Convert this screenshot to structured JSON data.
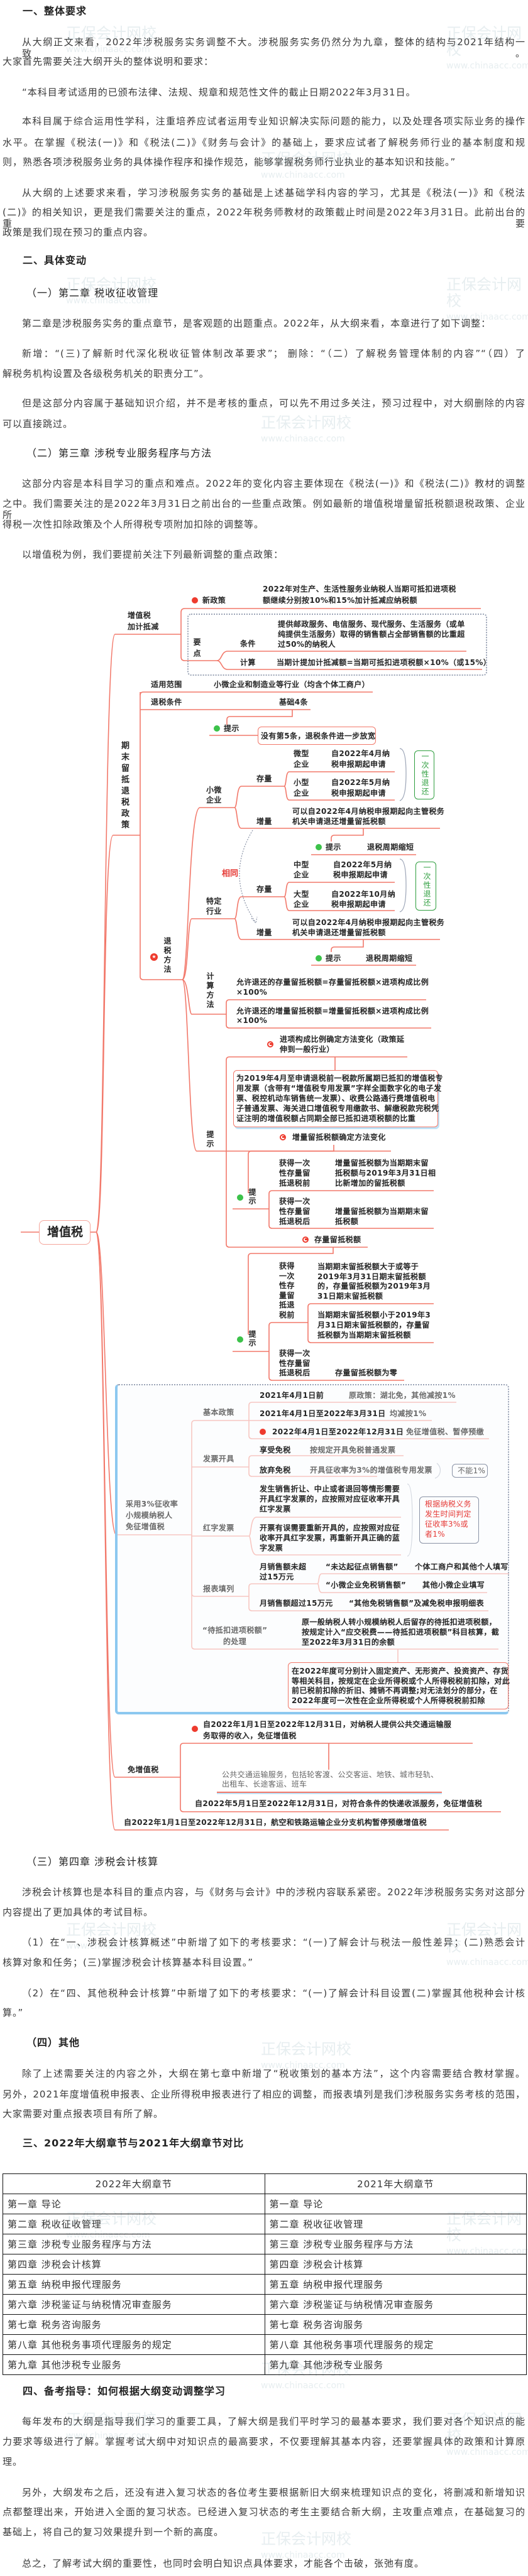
{
  "watermark": {
    "name": "正保会计网校",
    "url": "www.chinaacc.com"
  },
  "s1": {
    "heading": "一、整体要求",
    "p1": [
      "从大纲正文来看，2022年涉税服务实务调整不大。涉税服务实务仍然分为九章，整体的结构与2021年结构一致。",
      "大家首先需要关注大纲开头的整体说明和要求："
    ],
    "p2": [
      "“本科目考试适用的已颁布法律、法规、规章和规范性文件的截止日期2022年3月31日。"
    ],
    "p3": [
      "本科目属于综合运用性学科，注重培养应试者运用专业知识解决实际问题的能力，以及处理各项实际业务的操作",
      "水平。在掌握《税法(一)》和《税法(二)》《财务与会计》的基础上，要求应试者了解税务师行业的基本制度和规",
      "则，熟悉各项涉税服务业务的具体操作程序和操作规范，能够掌握税务师行业执业的基本知识和技能。”"
    ],
    "p4": [
      "从大纲的上述要求来看，学习涉税服务实务的基础是上述基础学科内容的学习，尤其是《税法(一)》和《税法",
      "(二)》的相关知识，更是我们需要关注的重点，2022年税务师教材的政策截止时间是2022年3月31日。此前出台的重要",
      "政策是我们现在预习的重点内容。"
    ]
  },
  "s2": {
    "heading": "二、具体变动",
    "sub1": {
      "heading": "（一）第二章  税收征收管理",
      "p1": [
        "第二章是涉税服务实务的重点章节，是客观题的出题重点。2022年，从大纲来看，本章进行了如下调整："
      ],
      "p2": [
        "新增：“(三)了解新时代深化税收征管体制改革要求”；  删除：“（二）了解税务管理体制的内容”“（四）了",
        "解税务机构设置及各级税务机关的职责分工”。"
      ],
      "p3": [
        "但是这部分内容属于基础知识介绍，并不是考核的重点，可以先不用过多关注，预习过程中，对大纲删除的内容",
        "可以直接跳过。"
      ]
    },
    "sub2": {
      "heading": "（二）第三章  涉税专业服务程序与方法",
      "p1": [
        "这部分内容是本科目学习的重点和难点。2022年的变化内容主要体现在《税法(一)》和《税法(二)》教材的调整",
        "之中。我们需要关注的是2022年3月31日之前出台的一些重点政策。例如最新的增值税增量留抵税额退税政策、企业所",
        "得税一次性扣除政策及个人所得税专项附加扣除的调整等。"
      ],
      "p2": [
        "以增值税为例，我们要提前关注下列最新调整的重点政策："
      ]
    },
    "sub3": {
      "heading": "（三）第四章  涉税会计核算",
      "p1": [
        "涉税会计核算也是本科目的重点内容，与《财务与会计》中的涉税内容联系紧密。2022年涉税服务实务对这部分",
        "内容提出了更加具体的考试目标。"
      ],
      "p2": [
        "（1）在“一、涉税会计核算概述”中新增了如下的考核要求：“(一)了解会计与税法一般性差异；(二)熟悉会计",
        "核算对象和任务；(三)掌握涉税会计核算基本科目设置。”"
      ],
      "p3": [
        "（2）在“四、其他税种会计核算”中新增了如下的考核要求：“(一)了解会计科目设置(二)掌握其他税种会计核",
        "算。”"
      ]
    },
    "sub4": {
      "heading": "（四）其他",
      "p1": [
        "除了上述需要关注的内容之外，大纲在第七章中新增了“税收策划的基本方法”，这个内容需要结合教材掌握。",
        "另外，2021年度增值税申报表、企业所得税申报表进行了相应的调整，而报表填列是我们涉税服务实务考核的范围，",
        "大家需要对重点报表项目有所了解。"
      ]
    }
  },
  "mm": {
    "root": "增值税",
    "a_label": [
      "增值税",
      "加计抵减"
    ],
    "a_new": "新政策",
    "a_new_text": [
      "2022年对生产、生活性服务业纳税人当期可抵扣进项税",
      "额继续分别按10%和15%加计抵减应纳税额"
    ],
    "a_key": "要点",
    "a_cond": "条件",
    "a_cond_text": [
      "提供邮政服务、电信服务、现代服务、生活服务（或单",
      "纯提供生活服务）取得的销售额占全部销售额的比重超",
      "过50%的纳税人"
    ],
    "a_calc": "计算",
    "a_calc_text": "当期计提加计抵减额=当期可抵扣进项税额×10%（或15%）",
    "b_label": "期末留抵退税政策",
    "b_scope": "适用范围",
    "b_scope_text": "小微企业和制造业等行业（均含个体工商户）",
    "b_cond": "退税条件",
    "b_cond_text": "基础4条",
    "tip": "提示",
    "b_cond_tip": "没有第5条，退税条件进一步放宽",
    "b_method": "退税方法",
    "b_small": [
      "小微",
      "企业"
    ],
    "b_stock": "存量",
    "b_incr": "增量",
    "b_micro": [
      "微型",
      "企业"
    ],
    "b_micro_text": [
      "自2022年4月纳",
      "税申报期起申请"
    ],
    "b_smallco": [
      "小型",
      "企业"
    ],
    "b_smallco_text": [
      "自2022年5月纳",
      "税申报期起申请"
    ],
    "b_once": "一次性退还",
    "b_incr_text": [
      "可以自2022年4月纳税申报期起向主管税务",
      "机关申请退还增量留抵税额"
    ],
    "b_cycle": "退税周期缩短",
    "b_same": "相同",
    "b_specific": [
      "特定",
      "行业"
    ],
    "b_mid": [
      "中型",
      "企业"
    ],
    "b_mid_text": [
      "自2022年5月纳",
      "税申报期起申请"
    ],
    "b_large": [
      "大型",
      "企业"
    ],
    "b_large_text": [
      "自2022年10月纳",
      "税申报期起申请"
    ],
    "b_calc": "计算方法",
    "b_calc1": [
      "允许退还的存量留抵税额=存量留抵税额×进项构成比例",
      "×100%"
    ],
    "b_calc2": [
      "允许退还的增量留抵税额=增量留抵税额×进项构成比例",
      "×100%"
    ],
    "b_flag1": [
      "进项构成比例确定方法变化（政策延",
      "伸到一般行业）"
    ],
    "b_flag1_box": [
      "为2019年4月至申请退税前一税款所属期已抵扣的增值税专",
      "用发票（含带有“增值税专用发票”字样全面数字化的电子发",
      "票、税控机动车销售统一发票）、收费公路通行费增值税电",
      "子普通发票、海关进口增值税专用缴款书、解缴税款完税凭",
      "证注明的增值税额占同期全部已抵扣进项税额的比重"
    ],
    "b_flag2": "增量留抵税额确定方法变化",
    "b_before": [
      "获得一次",
      "性存量留",
      "抵退税前"
    ],
    "b_f2_before_text": [
      "增量留抵税额为当期期末留",
      "抵税额与2019年3月31日相",
      "比新增加的留抵税额"
    ],
    "b_after": [
      "获得一次",
      "性存量留",
      "抵退税后"
    ],
    "b_f2_after_text": [
      "增量留抵税额为当期期末留",
      "抵税额"
    ],
    "b_flag3": "存量留抵税额",
    "b_before2": [
      "获得",
      "一次",
      "性存",
      "量留",
      "抵退",
      "税前"
    ],
    "b_f3_text1": [
      "当期期末留抵税额大于或等于",
      "2019年3月31日期末留抵税额",
      "的，存量留抵税额为2019年3月",
      "31日期末留抵税额"
    ],
    "b_f3_text2": [
      "当期期末留抵税额小于2019年3",
      "月31日期末留抵税额的，存量留",
      "抵税额为当期期末留抵税额"
    ],
    "b_f3_after_text": "存量留抵税额为零",
    "c_label": [
      "采用3%征收率",
      "小规模纳税人",
      "免征增值税"
    ],
    "c_base": "基本政策",
    "c_base_rows": [
      {
        "period": "2021年4月1日前",
        "policy": "原政策：湖北免，其他减按1%"
      },
      {
        "period": "2021年4月1日至2022年3月31日",
        "policy": "均减按1%"
      },
      {
        "period": "2022年4月1日至2022年12月31日",
        "policy": "免征增值税、暂停预缴"
      }
    ],
    "c_invoice": "发票开具",
    "c_invoice_rows": [
      {
        "case": "享受免税",
        "rule": "按规定开具免税普通发票"
      },
      {
        "case": "放弃免税",
        "rule": "开具征收率为3%的增值税专用发票"
      }
    ],
    "c_not1": "不能1%",
    "c_red": "红字发票",
    "c_red1": [
      "发生销售折让、中止或者退回等情形需要",
      "开具红字发票的，应按照对应征收率开具",
      "红字发票"
    ],
    "c_red2": [
      "开票有误需要重新开具的，应按照对应征",
      "收率开具红字发票，再重新开具正确的蓝",
      "字发票"
    ],
    "c_red_note": [
      "根据纳税义务",
      "发生时间判定",
      "征收率3%或",
      "者1%"
    ],
    "c_report": "报表填列",
    "c_rep_under": [
      "月销售额未超",
      "过15万元"
    ],
    "c_rep_rows": [
      {
        "item": "“未达起征点销售额”",
        "who": "个体工商户和其他个人填写"
      },
      {
        "item": "“小微企业免税销售额”",
        "who": "其他小微企业填写"
      }
    ],
    "c_rep_over": "月销售额超过15万元",
    "c_rep_over_text": "“其他免税销售额”及减免税申报明细表",
    "c_daidi": [
      "“待抵扣进项税额”",
      "的处理"
    ],
    "c_daidi_text": [
      "原一般纳税人转小规模纳税人后留存的待抵扣进项税额，",
      "按规定计入“应交税费——待抵扣进项税额”科目核算，截",
      "至2022年3月31日的余额"
    ],
    "c_daidi_box": [
      "在2022年度可分别计入固定资产、无形资产、投资资产、存货",
      "等相关科目，按规定在企业所得税或个人所得税税前扣除，对此",
      "前已税前扣除的折旧、摊销不再调整;对无法划分的部分，在",
      "2022年度可一次性在企业所得税或个人所得税税前扣除"
    ],
    "d_label": "免增值税",
    "d1": [
      "自2022年1月1日至2022年12月31日，对纳税人提供公共交通运输服",
      "务取得的收入，免征增值税"
    ],
    "d1_note": [
      "公共交通运输服务，包括轮客渡、公交客运、地铁、城市轻轨、",
      "出租车、长途客运、班车"
    ],
    "d2": "自2022年5月1日至2022年12月31日，对符合条件的快递收派服务，免征增值税",
    "e": "自2022年1月1日至2022年12月31日，航空和铁路运输企业分支机构暂停预缴增值税",
    "colors": {
      "line": "#f2786a",
      "green": "#3cc24a",
      "red": "#ee3b2e"
    }
  },
  "s3": {
    "heading": "三、2022年大纲章节与2021年大纲章节对比",
    "table": {
      "headers": [
        "2022年大纲章节",
        "2021年大纲章节"
      ],
      "rows": [
        [
          "第一章  导论",
          "第一章  导论"
        ],
        [
          "第二章  税收征收管理",
          "第二章  税收征收管理"
        ],
        [
          "第三章  涉税专业服务程序与方法",
          "第三章  涉税专业服务程序与方法"
        ],
        [
          "第四章  涉税会计核算",
          "第四章  涉税会计核算"
        ],
        [
          "第五章  纳税申报代理服务",
          "第五章  纳税申报代理服务"
        ],
        [
          "第六章  涉税鉴证与纳税情况审查服务",
          "第六章  涉税鉴证与纳税情况审查服务"
        ],
        [
          "第七章  税务咨询服务",
          "第七章  税务咨询服务"
        ],
        [
          "第八章  其他税务事项代理服务的规定",
          "第八章  其他税务事项代理服务的规定"
        ],
        [
          "第九章  其他涉税专业服务",
          "第九章  其他涉税专业服务"
        ]
      ]
    }
  },
  "s4": {
    "heading": "四、备考指导：如何根据大纲变动调整学习",
    "p1": [
      "每年发布的大纲是指导我们学习的重要工具，了解大纲是我们平时学习的最基本要求，我们要对各个知识点的能",
      "力要求等级进行了解。掌握考试大纲中对知识点的最高要求，不仅要理解其基本内容，还要掌握具体的政策和计算原",
      "理。"
    ],
    "p2": [
      "另外，大纲发布之后，还没有进入复习状态的各位考生要根据新旧大纲来梳理知识点的变化，将删减和新增知识",
      "点都整理出来，开始进入全面的复习状态。已经进入复习状态的考生主要结合新大纲，主攻重点难点，在基础复习的",
      "基础上，将自己的复习效果提升到一个新的高度。"
    ],
    "p3": [
      "总之，了解考试大纲的重要性，也同时会明白知识点具体要求，才能各个击破，张弛有度。"
    ]
  }
}
